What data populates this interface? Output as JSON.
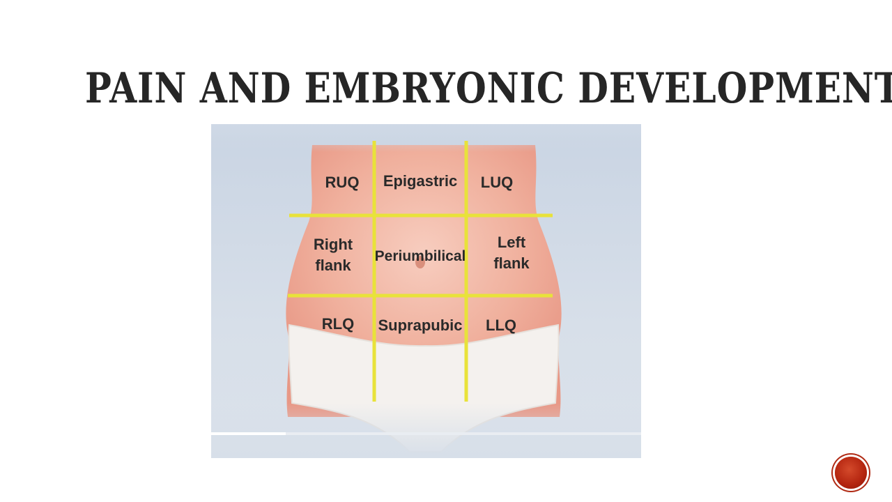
{
  "slide": {
    "title": "Pain and Embryonic Development"
  },
  "diagram": {
    "regions": {
      "ruq": "RUQ",
      "epigastric": "Epigastric",
      "luq": "LUQ",
      "right_flank": "Right flank",
      "periumbilical": "Periumbilical",
      "left_flank": "Left flank",
      "rlq": "RLQ",
      "suprapubic": "Suprapubic",
      "llq": "LLQ"
    },
    "colors": {
      "grid_lines": "#e8e23a",
      "skin": "#f2b9a8",
      "underwear": "#f4f1ee",
      "background": "#cfd9e6"
    }
  },
  "navigation": {
    "icon": "circle-nav-icon",
    "color": "#b3240f"
  }
}
